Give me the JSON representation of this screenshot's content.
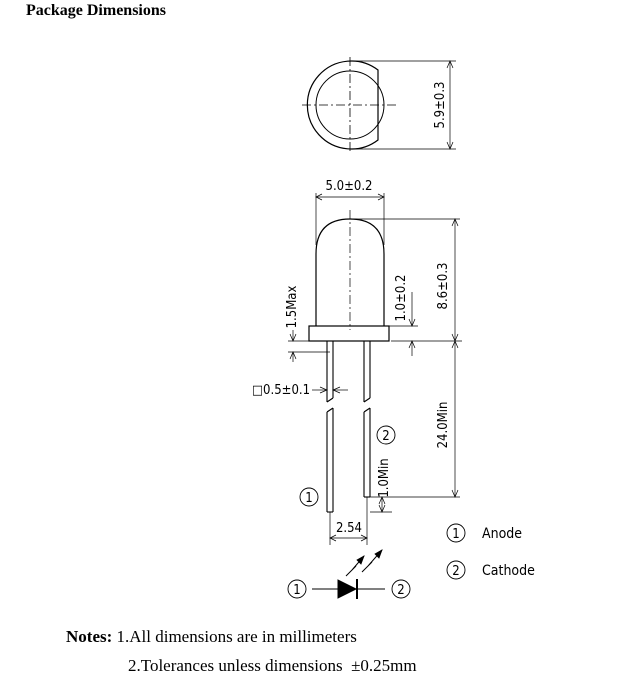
{
  "title": "Package Dimensions",
  "dims": {
    "flange_dia": "5.9±0.3",
    "body_dia": "5.0±0.2",
    "flange_max": "1.5Max",
    "flange_thk": "1.0±0.2",
    "total_height": "8.6±0.3",
    "lead_sq": "□0.5±0.1",
    "lead_len": "24.0Min",
    "lead_gap": "1.0Min",
    "pitch": "2.54"
  },
  "pins": {
    "pin1": "1",
    "pin2": "2"
  },
  "legend": {
    "items": [
      {
        "num": "1",
        "label": "Anode"
      },
      {
        "num": "2",
        "label": "Cathode"
      }
    ]
  },
  "notes": {
    "heading": "Notes:",
    "lines": [
      "1.All dimensions are in millimeters",
      "2.Tolerances unless dimensions  ±0.25mm"
    ]
  }
}
